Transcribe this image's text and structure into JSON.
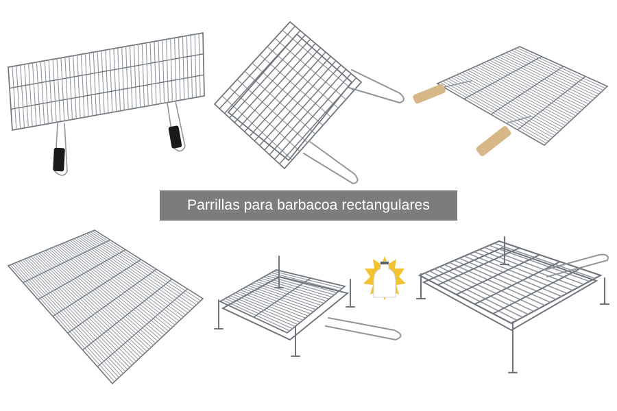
{
  "banner": {
    "text": "Parrillas para barbacoa rectangulares",
    "background": "#7c7c7c",
    "color": "#ffffff"
  },
  "products": [
    {
      "name": "grill-long-black-handles",
      "handle_color": "#1a1a1a"
    },
    {
      "name": "grill-double-hinged",
      "handle_color": "#9aa0a6"
    },
    {
      "name": "grill-wood-handles",
      "handle_color": "#d6b888"
    },
    {
      "name": "grill-flat-rack",
      "handle_color": ""
    },
    {
      "name": "grill-double-with-legs",
      "handle_color": "#9aa0a6"
    },
    {
      "name": "grill-square-with-legs",
      "handle_color": "#9aa0a6"
    }
  ],
  "colors": {
    "wire": "#8f959b",
    "wire_dark": "#6f757b",
    "logo_yellow": "#f2c230"
  },
  "icons": {
    "logo": "sun-bottle-logo"
  }
}
